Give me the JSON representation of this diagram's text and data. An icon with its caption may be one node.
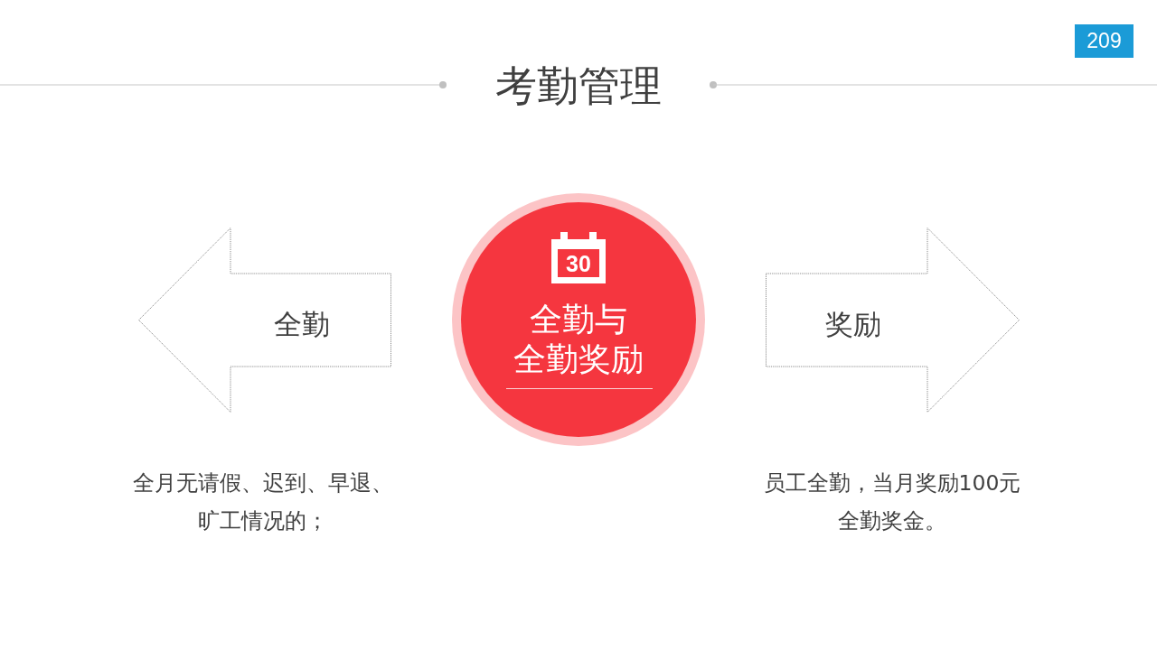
{
  "diagram": {
    "title": "考勤管理",
    "nodes": [
      {
        "text": [
          "全勤"
        ],
        "beside": [
          "全月无请假、迟到、早退、旷工情况的；"
        ]
      },
      {
        "text": [
          "全勤与全勤奖励"
        ]
      },
      {
        "text": [
          "奖励"
        ],
        "beside": [
          "员工全勤，当月奖励100元全勤奖金。"
        ]
      }
    ],
    "labels": [
      "209",
      "30"
    ]
  }
}
